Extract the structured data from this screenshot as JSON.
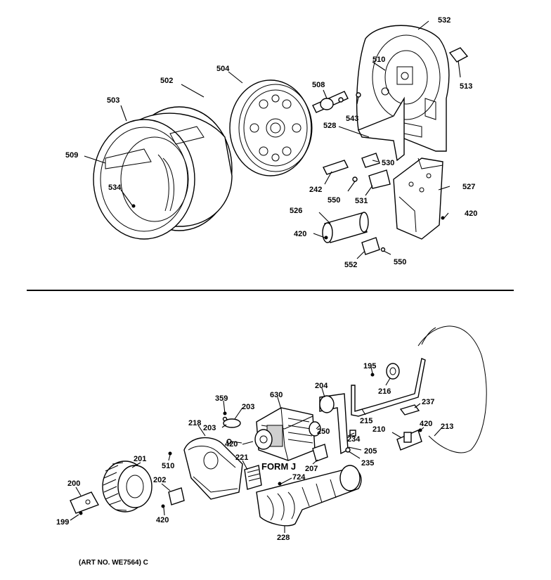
{
  "callouts": {
    "c503": "503",
    "c502": "502",
    "c504": "504",
    "c509": "509",
    "c534": "534",
    "c508": "508",
    "c543": "543",
    "c528": "528",
    "c532": "532",
    "c510a": "510",
    "c513": "513",
    "c530": "530",
    "c242": "242",
    "c550a": "550",
    "c531": "531",
    "c527": "527",
    "c526": "526",
    "c420a": "420",
    "c420b": "420",
    "c552": "552",
    "c550b": "550",
    "c359": "359",
    "c203a": "203",
    "c203b": "203",
    "c630": "630",
    "c204": "204",
    "c195": "195",
    "c216": "216",
    "c237": "237",
    "c218": "218",
    "c420c": "420",
    "c250": "250",
    "c215": "215",
    "c234": "234",
    "c210": "210",
    "c420d": "420",
    "c213": "213",
    "c205": "205",
    "c235": "235",
    "c510b": "510",
    "c221": "221",
    "c207": "207",
    "c724": "724",
    "c201": "201",
    "c200": "200",
    "c202": "202",
    "c199": "199",
    "c420e": "420",
    "c228": "228"
  },
  "form_label": "FORM J",
  "art_number": "(ART NO. WE7564) C"
}
